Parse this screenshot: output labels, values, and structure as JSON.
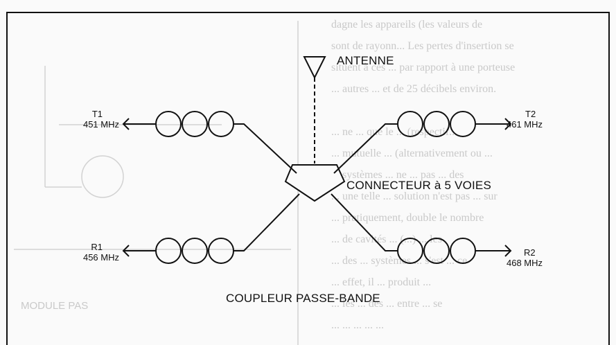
{
  "labels": {
    "antenna": "ANTENNE",
    "connector": "CONNECTEUR à 5 VOIES",
    "coupler": "COUPLEUR PASSE-BANDE"
  },
  "ports": {
    "t1": {
      "name": "T1",
      "freq": "451 MHz"
    },
    "t2": {
      "name": "T2",
      "freq": "461 MHz"
    },
    "r1": {
      "name": "R1",
      "freq": "456 MHz"
    },
    "r2": {
      "name": "R2",
      "freq": "468 MHz"
    }
  },
  "background_bleed": {
    "left_label": "MODULE PAS",
    "right_lines": [
      "dagne les appareils (les valeurs de",
      "sont de rayonn... Les pertes d'insertion se",
      "situent à ces ... par rapport à une porteuse",
      "... autres ... et de 25 décibels environ.",
      "",
      "... ne ... que le ... (respectif...",
      "... mutuelle ... (alternativement ou ...",
      "... systèmes ... ne ... pas ... des",
      "... une telle ... solution n'est pas ... sur",
      "... pratiquement, double le nombre",
      "... de cavités ... (...) ... les",
      "... des ... systèmes ... s'est ... ce",
      "... effet, il ... produit ...",
      "... les ... des ... entre ... se",
      "... ... ... ... ..."
    ]
  },
  "colors": {
    "ink": "#111111",
    "paper": "#fafafa",
    "ghost": "#c9c9c9"
  }
}
